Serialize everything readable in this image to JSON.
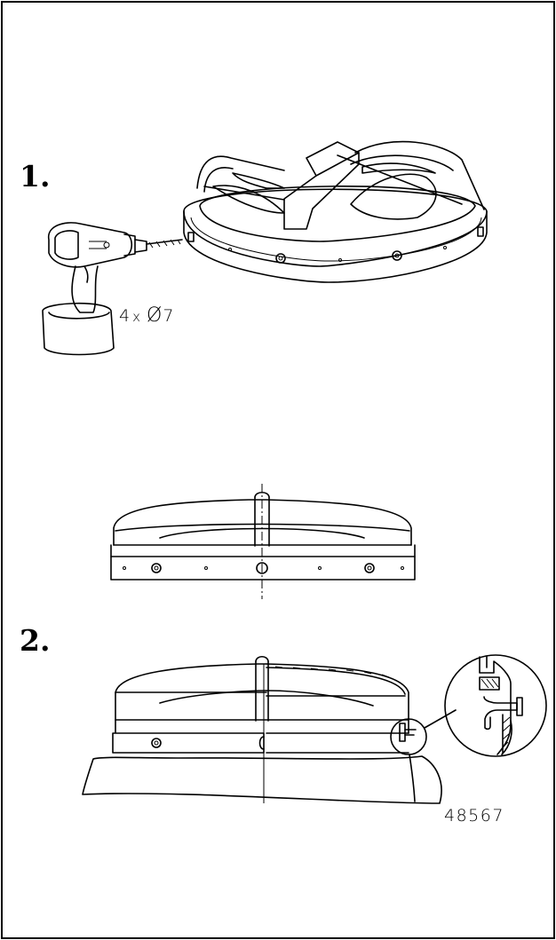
{
  "steps": [
    {
      "number": "1."
    },
    {
      "number": "2."
    }
  ],
  "drill_note": {
    "quantity": "4",
    "times": "x",
    "diameter_symbol": "Ø",
    "diameter": "7"
  },
  "reference_code": "48567"
}
